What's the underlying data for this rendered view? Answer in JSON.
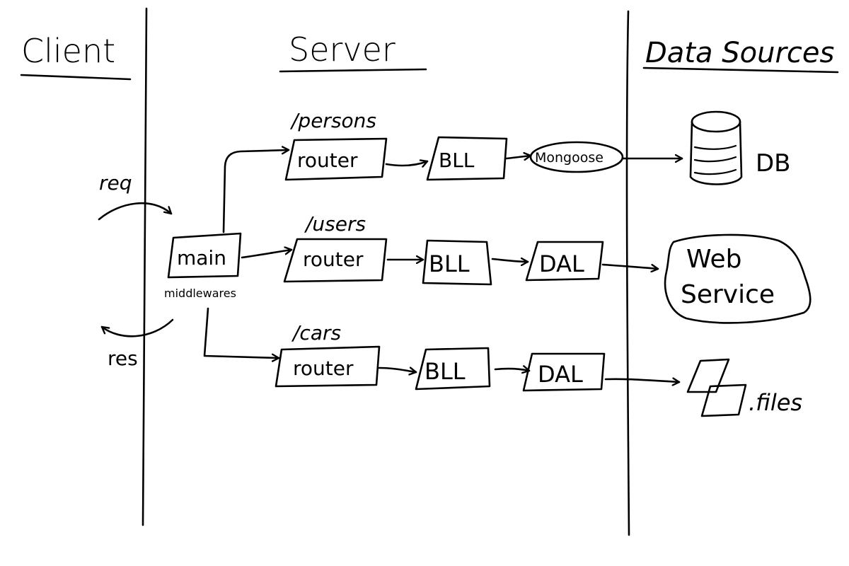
{
  "columns": {
    "client": "Client",
    "server": "Server",
    "data_sources": "Data Sources"
  },
  "client": {
    "request": "req",
    "response": "res"
  },
  "main": {
    "label": "main",
    "sublabel": "middlewares"
  },
  "routes": [
    {
      "path": "/persons",
      "router": "router",
      "bll": "BLL",
      "access": "Mongoose",
      "target": "DB"
    },
    {
      "path": "/users",
      "router": "router",
      "bll": "BLL",
      "access": "DAL",
      "target": "Web Service"
    },
    {
      "path": "/cars",
      "router": "router",
      "bll": "BLL",
      "access": "DAL",
      "target": ".files"
    }
  ],
  "data_sources": {
    "db": "DB",
    "web_service_line1": "Web",
    "web_service_line2": "Service",
    "files": ".files"
  }
}
